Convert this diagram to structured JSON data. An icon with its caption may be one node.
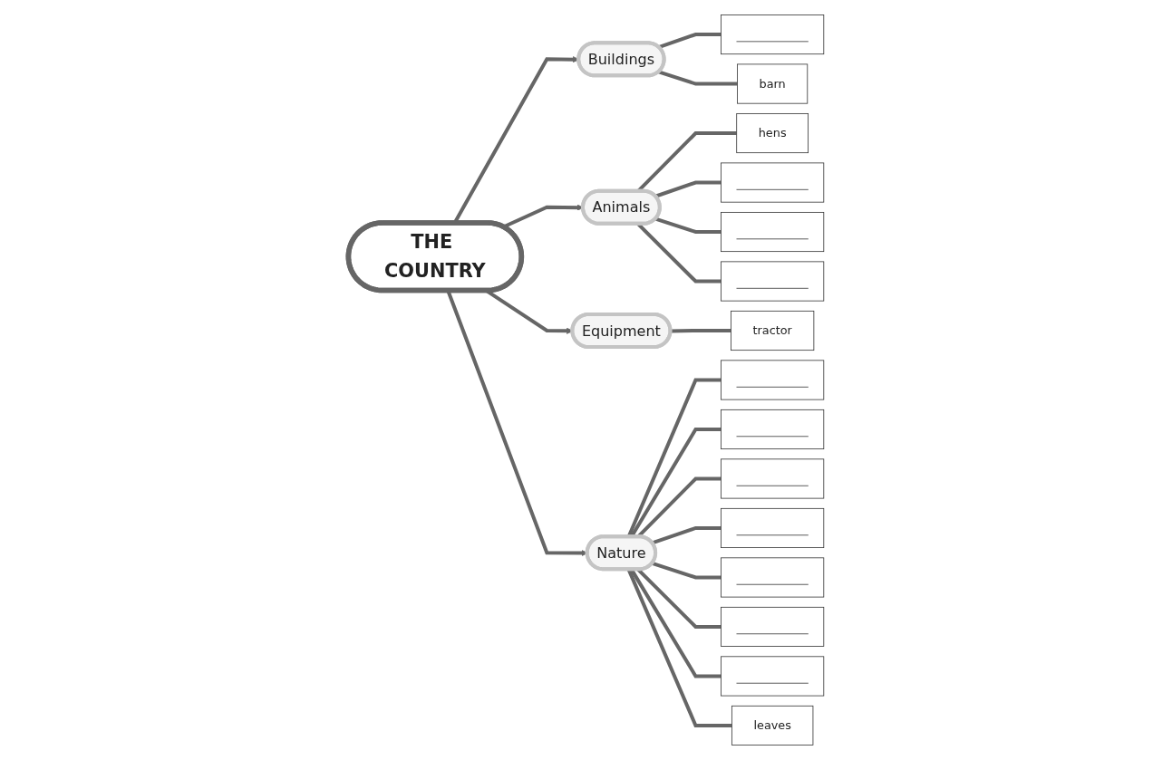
{
  "diagram": {
    "nodes": [
      {
        "text": [
          "THE COUNTRY"
        ]
      },
      {
        "text": [
          "Buildings"
        ]
      },
      {
        "text": [],
        "shape": "box"
      },
      {
        "text": [
          "barn"
        ]
      },
      {
        "text": [
          "Animals"
        ]
      },
      {
        "text": [
          "hens"
        ]
      },
      {
        "text": [],
        "shape": "box"
      },
      {
        "text": [],
        "shape": "box"
      },
      {
        "text": [],
        "shape": "box"
      },
      {
        "text": [
          "Equipment"
        ]
      },
      {
        "text": [
          "tractor"
        ]
      },
      {
        "text": [
          "Nature"
        ]
      },
      {
        "text": [],
        "shape": "box"
      },
      {
        "text": [],
        "shape": "box"
      },
      {
        "text": [],
        "shape": "box"
      },
      {
        "text": [],
        "shape": "box"
      },
      {
        "text": [],
        "shape": "box"
      },
      {
        "text": [],
        "shape": "box"
      },
      {
        "text": [],
        "shape": "box"
      },
      {
        "text": [
          "leaves"
        ]
      }
    ],
    "edges": [
      {
        "from": 0,
        "to": 1,
        "arrow": "to"
      },
      {
        "from": 1,
        "to": 2,
        "arrow": "none"
      },
      {
        "from": 1,
        "to": 3,
        "arrow": "none"
      },
      {
        "from": 0,
        "to": 4,
        "arrow": "to"
      },
      {
        "from": 4,
        "to": 5,
        "arrow": "none"
      },
      {
        "from": 4,
        "to": 6,
        "arrow": "none"
      },
      {
        "from": 4,
        "to": 7,
        "arrow": "none"
      },
      {
        "from": 4,
        "to": 8,
        "arrow": "none"
      },
      {
        "from": 0,
        "to": 9,
        "arrow": "to"
      },
      {
        "from": 9,
        "to": 10,
        "arrow": "none"
      },
      {
        "from": 0,
        "to": 11,
        "arrow": "to"
      },
      {
        "from": 11,
        "to": 12,
        "arrow": "none"
      },
      {
        "from": 11,
        "to": 13,
        "arrow": "none"
      },
      {
        "from": 11,
        "to": 14,
        "arrow": "none"
      },
      {
        "from": 11,
        "to": 15,
        "arrow": "none"
      },
      {
        "from": 11,
        "to": 16,
        "arrow": "none"
      },
      {
        "from": 11,
        "to": 17,
        "arrow": "none"
      },
      {
        "from": 11,
        "to": 18,
        "arrow": "none"
      },
      {
        "from": 11,
        "to": 19,
        "arrow": "none"
      }
    ]
  }
}
